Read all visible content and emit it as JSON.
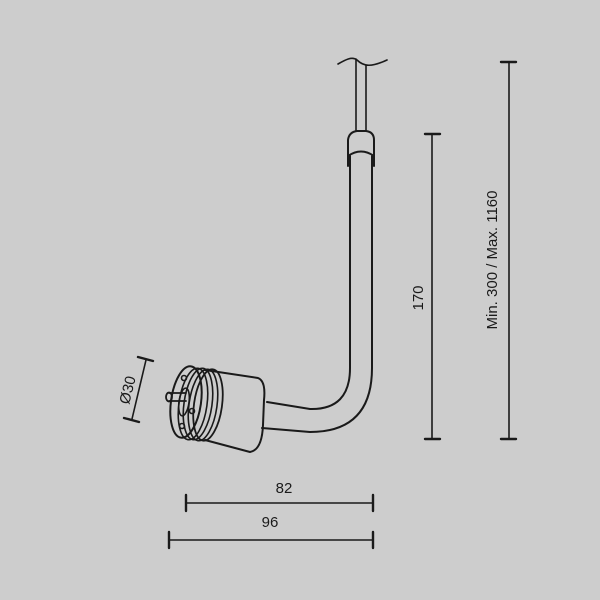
{
  "diagram": {
    "type": "technical-drawing",
    "subject": "flexible pendant lamp holder with cable",
    "background": "#cdcdcd",
    "line_color": "#1a1a1a",
    "dimensions": {
      "diameter": {
        "label": "Ø30",
        "value": 30,
        "unit": "mm"
      },
      "width_inner": {
        "label": "82",
        "value": 82,
        "unit": "mm"
      },
      "width_outer": {
        "label": "96",
        "value": 96,
        "unit": "mm"
      },
      "height_flex": {
        "label": "170",
        "value": 170,
        "unit": "mm"
      },
      "height_total": {
        "label": "Min. 300 / Max. 1160",
        "min": 300,
        "max": 1160,
        "unit": "mm"
      }
    }
  }
}
